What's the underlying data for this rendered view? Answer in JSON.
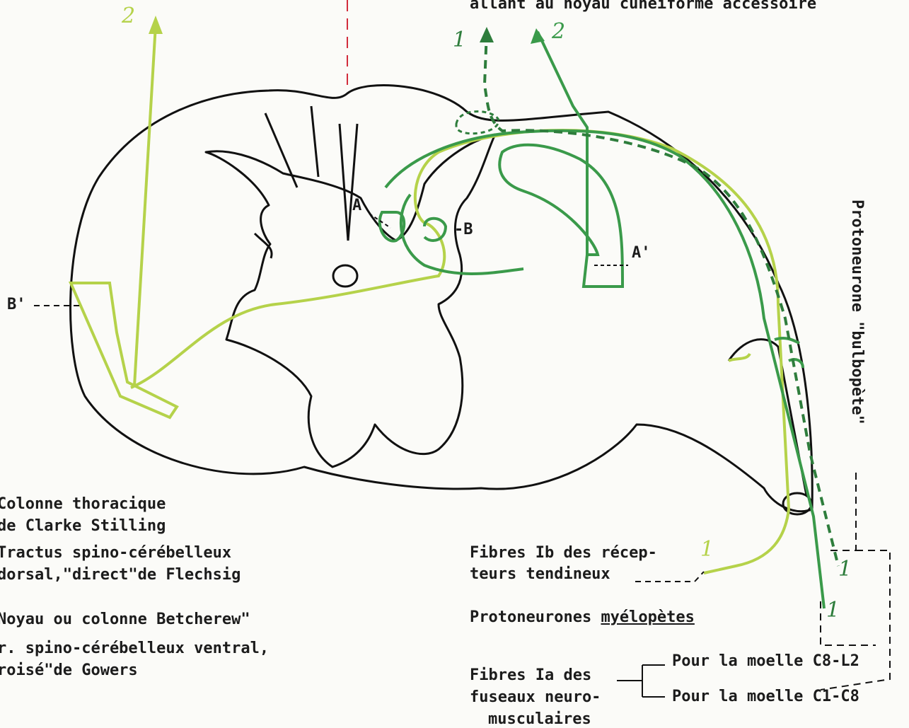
{
  "top_caption": "allant au noyau cunéiforme accessoire",
  "side_caption": "Protoneurone \"bulbopète\"",
  "markers": {
    "A": "A",
    "B": "-B",
    "A_prime": "A'",
    "B_prime": "B'"
  },
  "numbers": {
    "top_left_2": "2",
    "top_1": "1",
    "top_2": "2",
    "ib_1": "1",
    "dashed_1": "1",
    "solid_1": "1"
  },
  "legend_left": {
    "line1": "Colonne thoracique",
    "line2": "de Clarke Stilling",
    "line3": "Tractus spino-cérébelleux",
    "line4": "dorsal,\"direct\"de Flechsig",
    "line5": "Noyau ou colonne Betcherew\"",
    "line6": "r. spino-cérébelleux ventral,",
    "line7": "roisé\"de Gowers"
  },
  "legend_right": {
    "ib_line1": "Fibres Ib des récep-",
    "ib_line2": "teurs tendineux",
    "proto_prefix": "Protoneurones ",
    "proto_underlined": "myélopètes",
    "ia_line1": "Fibres Ia des",
    "ia_line2": "fuseaux neuro-",
    "ia_line3": "musculaires",
    "moelle_c8_l2": "Pour la moelle C8-L2",
    "moelle_c1_c8": "Pour la moelle C1-C8"
  },
  "colors": {
    "outline": "#111111",
    "light_green": "#b5d24a",
    "green": "#3a9a4a",
    "dark_green": "#2e7d3c",
    "red_midline": "#d22c3c"
  }
}
